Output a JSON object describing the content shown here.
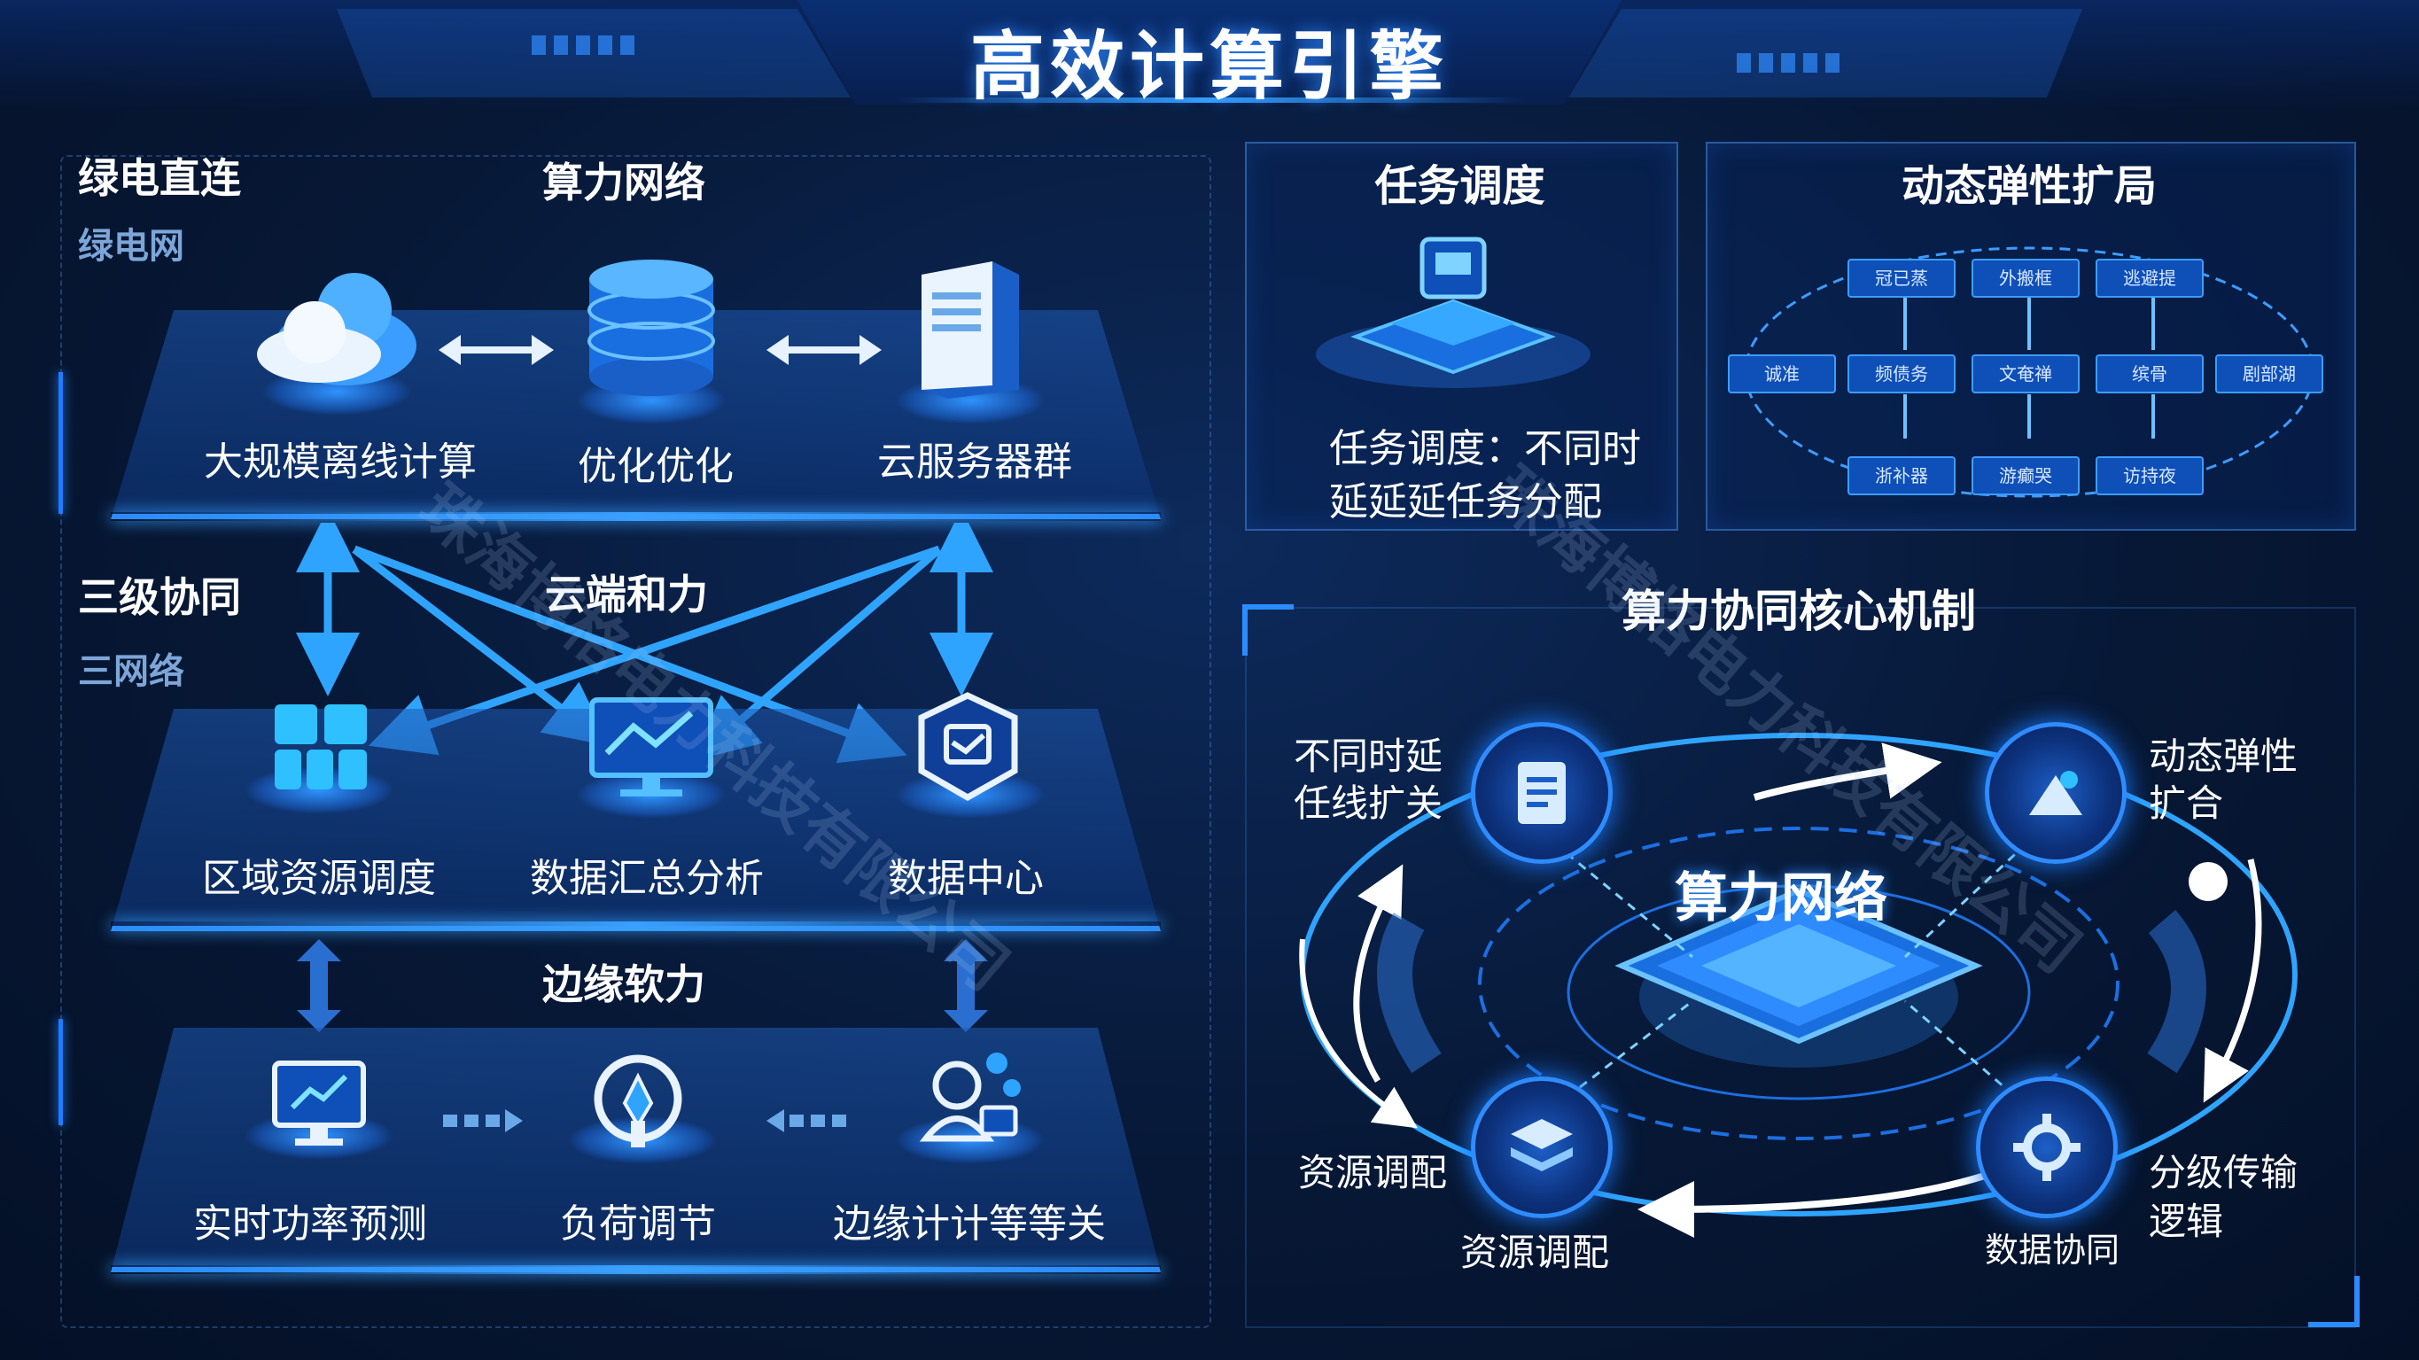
{
  "header": {
    "title": "高效计算引擎"
  },
  "left": {
    "top_label": "绿电直连",
    "top_sublabel": "绿电网",
    "layer1_title": "算力网络",
    "layer1_nodes": [
      "大规模离线计算",
      "优化优化",
      "云服务器群"
    ],
    "mid_label": "三级协同",
    "mid_sublabel": "三网络",
    "layer2_title": "云端和力",
    "layer2_nodes": [
      "区域资源调度",
      "数据汇总分析",
      "数据中心"
    ],
    "layer3_title": "边缘软力",
    "layer3_nodes": [
      "实时功率预测",
      "负荷调节",
      "边缘计计等等关"
    ]
  },
  "task_panel": {
    "title": "任务调度",
    "desc_line1": "任务调度：不同时",
    "desc_line2": "延延延任务分配"
  },
  "elastic_panel": {
    "title": "动态弹性扩局",
    "row1": [
      "冠已蒸",
      "外搬框",
      "逃避提"
    ],
    "row2": [
      "诚准",
      "频债务",
      "文奄禅",
      "缤骨",
      "剧部湖"
    ],
    "row3": [
      "浙补器",
      "游癫哭",
      "访持夜"
    ]
  },
  "core": {
    "title": "算力协同核心机制",
    "center": "算力网络",
    "tl_line1": "不同时延",
    "tl_line2": "任线扩关",
    "tr_line1": "动态弹性",
    "tr_line2": "扩合",
    "bl_outer": "资源调配",
    "bl_inner": "资源调配",
    "br_inner": "数据协同",
    "br_line1": "分级传输",
    "br_line2": "逻辑"
  },
  "watermark": "珠海博格电力科技有限公司",
  "colors": {
    "accent": "#2b8cff",
    "background": "#071836",
    "highlight": "#34a2ff"
  }
}
